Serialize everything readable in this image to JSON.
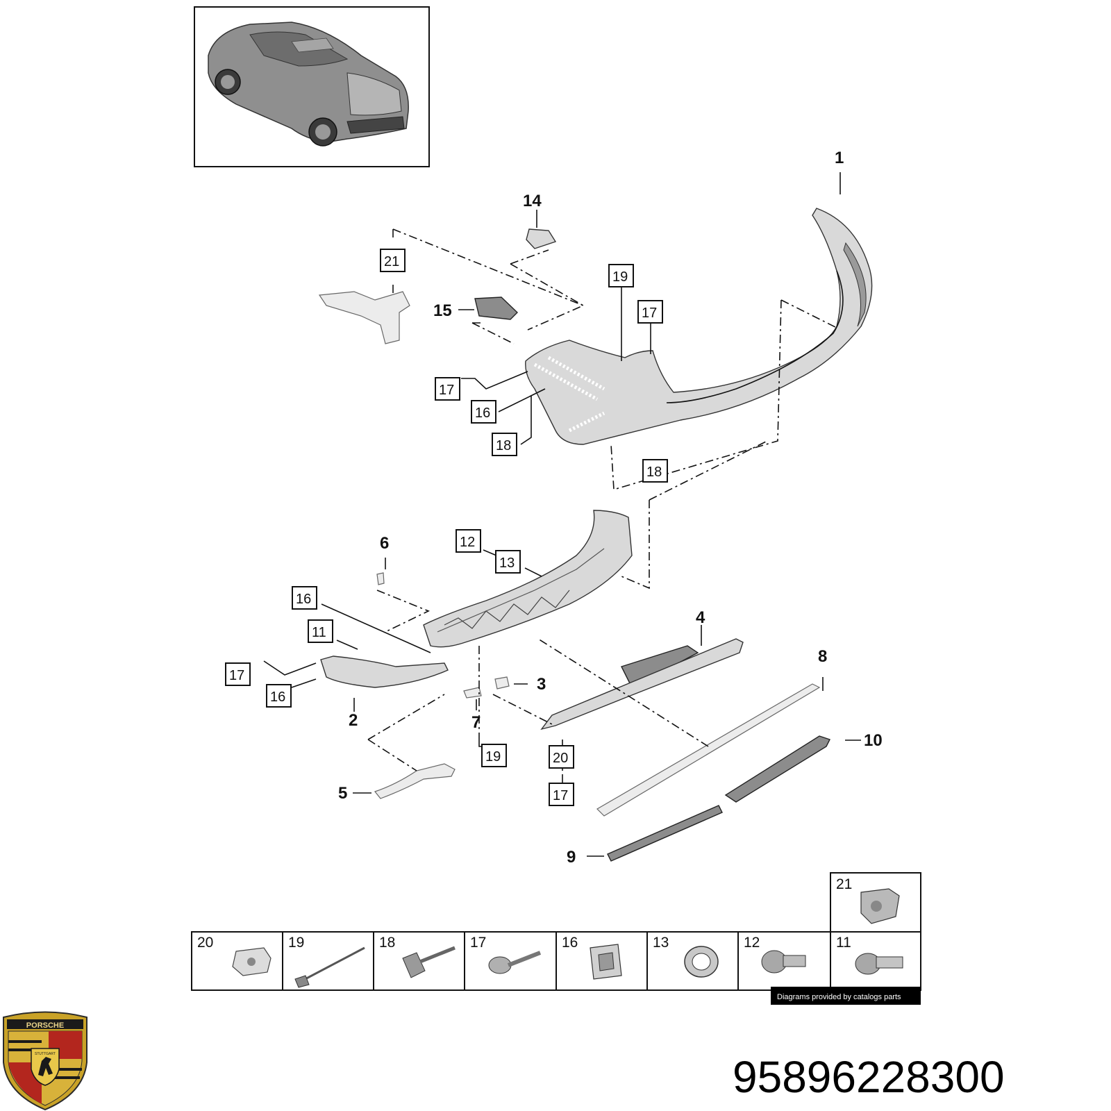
{
  "callouts_bold": [
    {
      "id": "c1",
      "label": "1"
    },
    {
      "id": "c2",
      "label": "2"
    },
    {
      "id": "c3",
      "label": "3"
    },
    {
      "id": "c4",
      "label": "4"
    },
    {
      "id": "c5",
      "label": "5"
    },
    {
      "id": "c6",
      "label": "6"
    },
    {
      "id": "c7",
      "label": "7"
    },
    {
      "id": "c8",
      "label": "8"
    },
    {
      "id": "c9",
      "label": "9"
    },
    {
      "id": "c10",
      "label": "10"
    },
    {
      "id": "c14",
      "label": "14"
    },
    {
      "id": "c15",
      "label": "15"
    }
  ],
  "callouts_boxed": [
    {
      "id": "b21",
      "label": "21"
    },
    {
      "id": "b19a",
      "label": "19"
    },
    {
      "id": "b17a",
      "label": "17"
    },
    {
      "id": "b17b",
      "label": "17"
    },
    {
      "id": "b16a",
      "label": "16"
    },
    {
      "id": "b18a",
      "label": "18"
    },
    {
      "id": "b18b",
      "label": "18"
    },
    {
      "id": "b12",
      "label": "12"
    },
    {
      "id": "b13",
      "label": "13"
    },
    {
      "id": "b16b",
      "label": "16"
    },
    {
      "id": "b11",
      "label": "11"
    },
    {
      "id": "b17c",
      "label": "17"
    },
    {
      "id": "b16c",
      "label": "16"
    },
    {
      "id": "b19b",
      "label": "19"
    },
    {
      "id": "b20",
      "label": "20"
    },
    {
      "id": "b17d",
      "label": "17"
    }
  ],
  "legend": {
    "cells": [
      {
        "label": "20",
        "icon": "clip-nut-icon"
      },
      {
        "label": "19",
        "icon": "rivet-pin-icon"
      },
      {
        "label": "18",
        "icon": "expansion-rivet-icon"
      },
      {
        "label": "17",
        "icon": "screw-icon"
      },
      {
        "label": "16",
        "icon": "retaining-clip-icon"
      },
      {
        "label": "13",
        "icon": "sensor-ring-icon"
      },
      {
        "label": "12",
        "icon": "parking-sensor-icon"
      },
      {
        "label": "11",
        "icon": "parking-sensor-holder-icon"
      },
      {
        "label": "21",
        "icon": "push-clip-icon"
      }
    ],
    "credit": "Diagrams provided by catalogs parts"
  },
  "part_number": "95896228300",
  "logo": {
    "brand_text": "PORSCHE",
    "city_text": "STUTTGART"
  }
}
